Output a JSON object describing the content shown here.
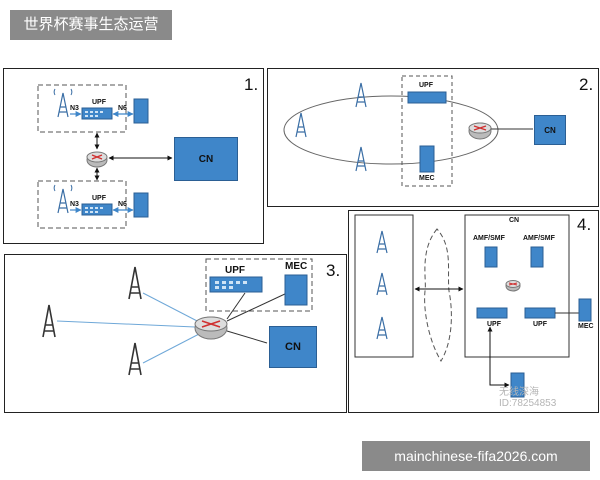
{
  "header": {
    "title": "世界杯赛事生态运营"
  },
  "footer": {
    "site": "mainchinese-fifa2026.com"
  },
  "diagram": {
    "panel1": {
      "number": "1.",
      "upf_top": "UPF",
      "upf_bottom": "UPF",
      "n3_top": "N3",
      "n6_top": "N6",
      "n3_bottom": "N3",
      "n6_bottom": "N6",
      "cn": "CN"
    },
    "panel2": {
      "number": "2.",
      "upf": "UPF",
      "mec": "MEC",
      "cn": "CN"
    },
    "panel3": {
      "number": "3.",
      "upf": "UPF",
      "mec": "MEC",
      "cn": "CN"
    },
    "panel4": {
      "number": "4.",
      "cn": "CN",
      "amf_left": "AMF/SMF",
      "amf_right": "AMF/SMF",
      "upf_left": "UPF",
      "upf_right": "UPF",
      "mec": "MEC"
    },
    "watermark": {
      "line1": "无线深海",
      "line2": "ID:78254853"
    }
  }
}
